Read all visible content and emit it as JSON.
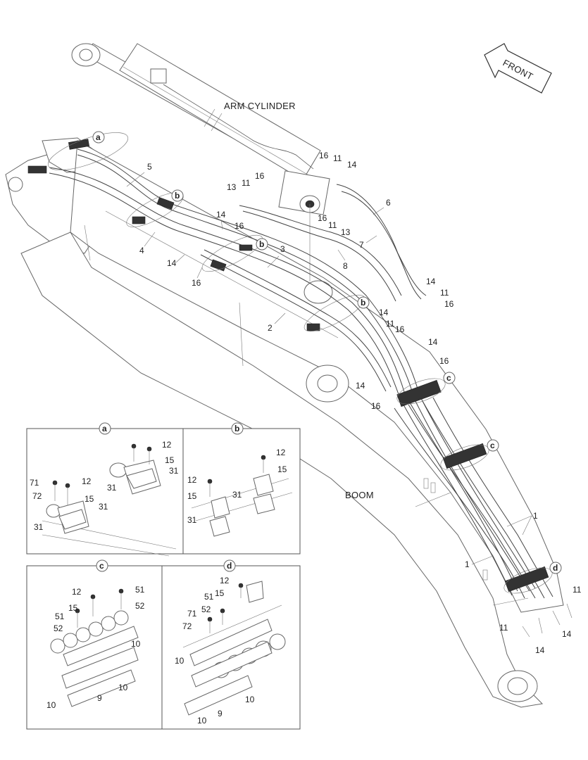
{
  "labels": {
    "arm_cylinder": "ARM CYLINDER",
    "boom": "BOOM",
    "front": "FRONT"
  },
  "callouts": {
    "a": "a",
    "b": "b",
    "c": "c",
    "d": "d"
  },
  "parts": {
    "p1": "1",
    "p2": "2",
    "p3": "3",
    "p4": "4",
    "p5": "5",
    "p6": "6",
    "p7": "7",
    "p8": "8",
    "p9": "9",
    "p10": "10",
    "p11": "11",
    "p12": "12",
    "p13": "13",
    "p14": "14",
    "p15": "15",
    "p16": "16",
    "p31": "31",
    "p51": "51",
    "p52": "52",
    "p71": "71",
    "p72": "72"
  }
}
